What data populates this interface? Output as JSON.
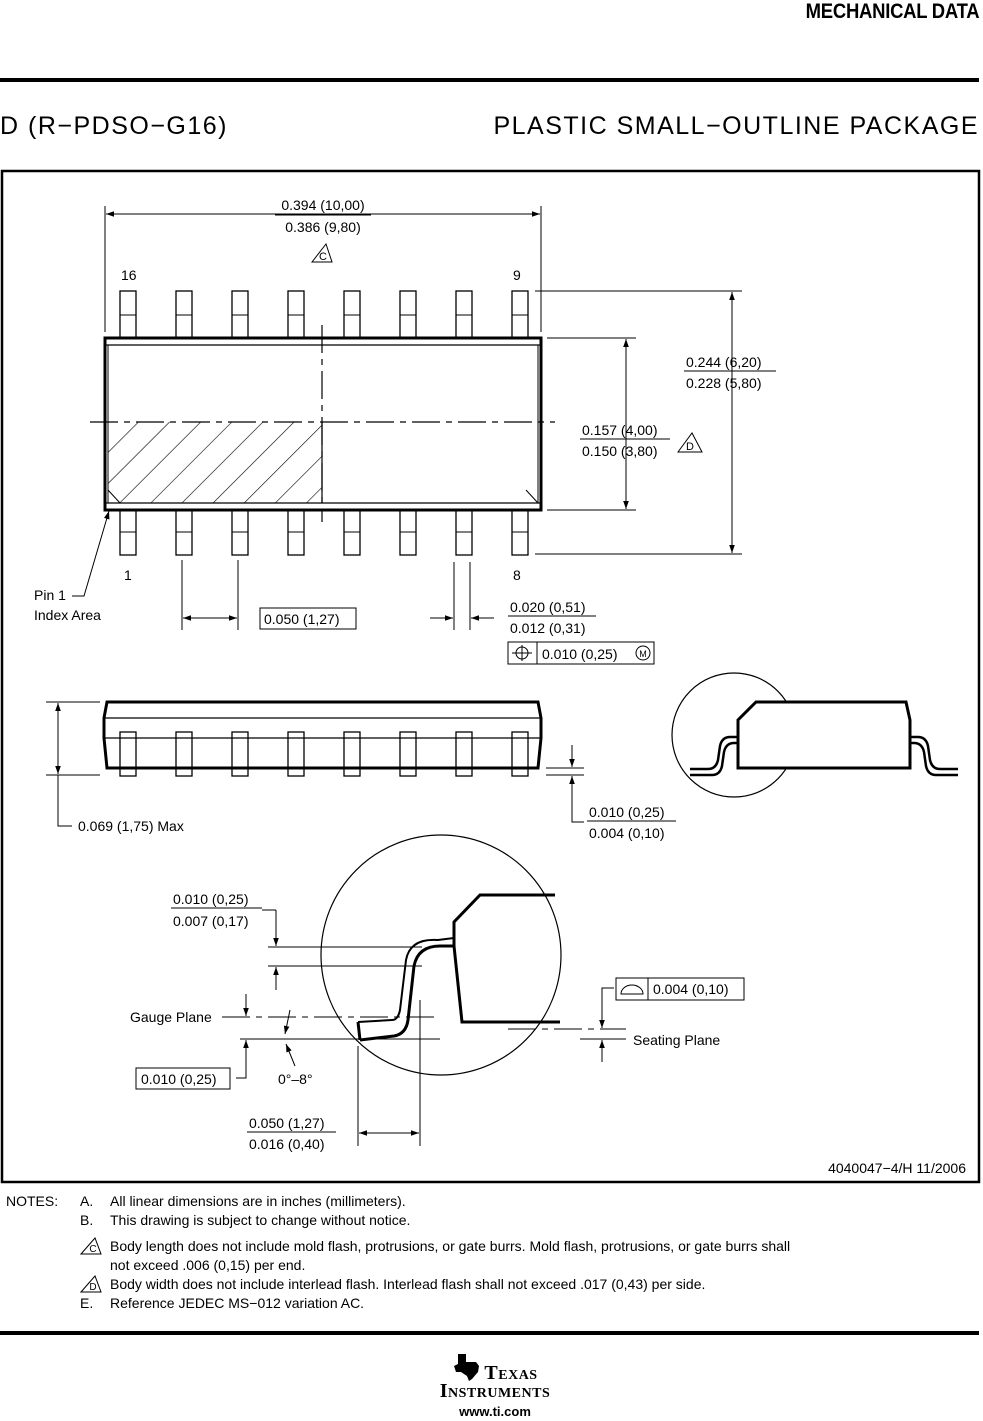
{
  "header": {
    "section": "MECHANICAL DATA",
    "package_code": "D (R−PDSO−G16)",
    "package_name": "PLASTIC SMALL−OUTLINE PACKAGE"
  },
  "top_view": {
    "length_max": "0.394 (10,00)",
    "length_min": "0.386 (9,80)",
    "length_note": "C",
    "pin_16": "16",
    "pin_9": "9",
    "pin_1": "1",
    "pin_8": "8",
    "width_max": "0.244 (6,20)",
    "width_min": "0.228 (5,80)",
    "body_max": "0.157 (4,00)",
    "body_min": "0.150 (3,80)",
    "body_note": "D",
    "pin1_line1": "Pin 1",
    "pin1_line2": "Index Area",
    "pitch": "0.050 (1,27)",
    "lead_w_max": "0.020 (0,51)",
    "lead_w_min": "0.012 (0,31)",
    "position_tol": "0.010 (0,25)",
    "position_mod": "M"
  },
  "side_view": {
    "height_max": "0.069 (1,75) Max",
    "standoff_max": "0.010 (0,25)",
    "standoff_min": "0.004 (0,10)"
  },
  "detail_view": {
    "lead_t_max": "0.010 (0,25)",
    "lead_t_min": "0.007 (0,17)",
    "gauge_plane": "Gauge Plane",
    "gauge_dim": "0.010 (0,25)",
    "angle": "0°–8°",
    "coplanarity": "0.004 (0,10)",
    "seating_plane": "Seating Plane",
    "foot_max": "0.050 (1,27)",
    "foot_min": "0.016 (0,40)"
  },
  "drawing_id": "4040047−4/H  11/2006",
  "notes": {
    "label": "NOTES:",
    "items": [
      {
        "letter": "A.",
        "text": "All linear dimensions are in inches (millimeters)."
      },
      {
        "letter": "B.",
        "text": "This drawing is subject to change without notice."
      },
      {
        "letter": "C",
        "text": "Body length does not include mold flash, protrusions, or gate burrs.  Mold flash, protrusions, or gate burrs shall"
      },
      {
        "letter": "",
        "text": "not exceed .006 (0,15) per end."
      },
      {
        "letter": "D",
        "text": "Body width does not include interlead flash.  Interlead flash shall not exceed .017 (0,43) per side."
      },
      {
        "letter": "E.",
        "text": "Reference JEDEC MS−012 variation AC."
      }
    ]
  },
  "footer": {
    "brand_line1": "Texas",
    "brand_line2": "Instruments",
    "url": "www.ti.com"
  }
}
